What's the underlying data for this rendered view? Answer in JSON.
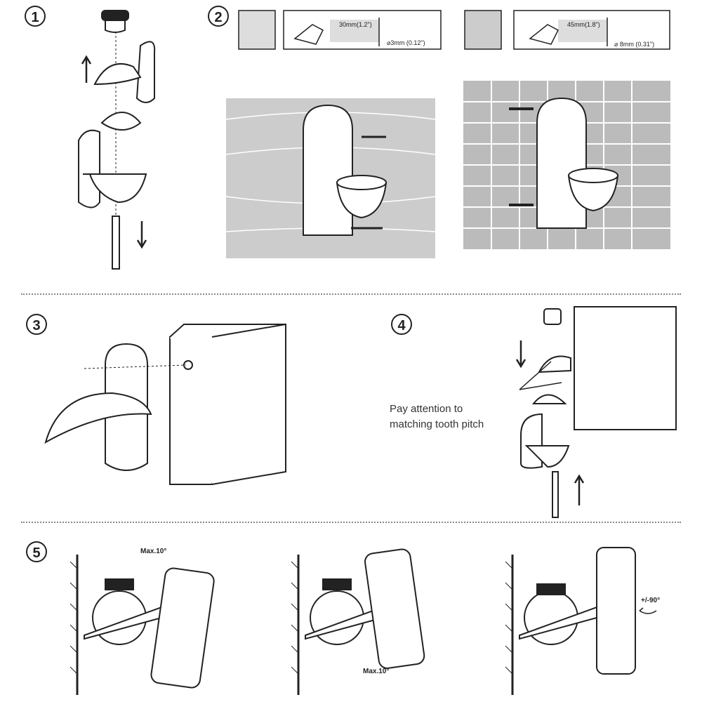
{
  "steps": [
    "1",
    "2",
    "3",
    "4",
    "5"
  ],
  "step2": {
    "wood": {
      "depth": "30mm(1.2\")",
      "diameter": "⌀3mm (0.12\")"
    },
    "brick": {
      "depth": "45mm(1.8\")",
      "diameter": "⌀ 8mm (0.31\")"
    }
  },
  "step4": {
    "note_line1": "Pay attention to",
    "note_line2": "matching tooth pitch"
  },
  "step5": {
    "tilt_up": "Max.10°",
    "tilt_down": "Max.10°",
    "rotate": "+/-90°"
  }
}
